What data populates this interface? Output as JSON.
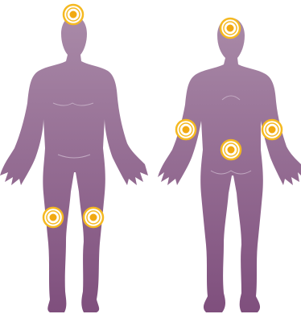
{
  "colors": {
    "body_top": "#a98aa8",
    "body_bottom": "#7f4f7d",
    "body_highlight": "#c2aac2",
    "marker_ring": "#f5b921",
    "marker_core": "#f1a912",
    "marker_fill": "#ffffff"
  },
  "figures": [
    {
      "name": "front-figure",
      "view": "front",
      "markers": [
        "top-of-head",
        "left-knee",
        "right-knee"
      ]
    },
    {
      "name": "back-figure",
      "view": "back",
      "markers": [
        "back-of-head",
        "left-elbow",
        "right-elbow",
        "lower-back"
      ]
    }
  ],
  "icons": {
    "marker": "target-icon"
  }
}
